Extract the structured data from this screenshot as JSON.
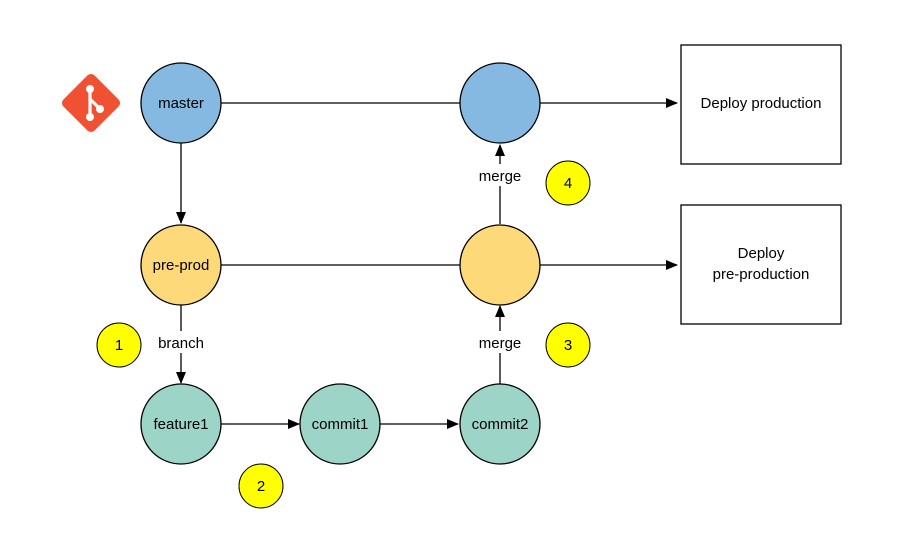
{
  "colors": {
    "master": "#86b9e2",
    "preprod": "#fdd97a",
    "feature": "#9dd4c8",
    "badge": "#ffff00",
    "git_logo": "#f05133",
    "stroke": "#000000"
  },
  "icons": {
    "git": "git-logo-icon"
  },
  "nodes": {
    "master": "master",
    "master_merge": "",
    "preprod": "pre-prod",
    "preprod_merge": "",
    "feature1": "feature1",
    "commit1": "commit1",
    "commit2": "commit2"
  },
  "edge_labels": {
    "branch": "branch",
    "merge_to_preprod": "merge",
    "merge_to_master": "merge"
  },
  "badges": [
    "1",
    "2",
    "3",
    "4"
  ],
  "deploy_boxes": {
    "production": [
      "Deploy production"
    ],
    "preproduction": [
      "Deploy",
      "pre-production"
    ]
  }
}
